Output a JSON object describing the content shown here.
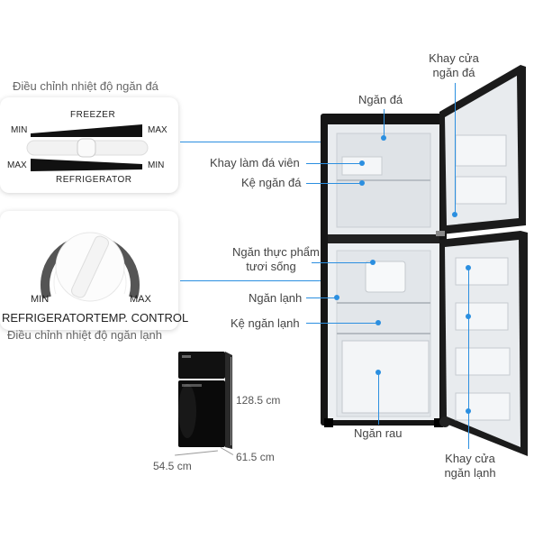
{
  "freezer_panel": {
    "caption": "Điều chỉnh nhiệt độ ngăn đá",
    "freezer_label": "FREEZER",
    "refrigerator_label": "REFRIGERATOR",
    "min_top": "MIN",
    "max_top": "MAX",
    "max_bottom": "MAX",
    "min_bottom": "MIN"
  },
  "fridge_panel": {
    "caption": "Điều chỉnh nhiệt độ ngăn lạnh",
    "min_label": "MIN",
    "max_label": "MAX",
    "refrigerator_label": "REFRIGERATOR",
    "temp_control_label": "TEMP. CONTROL"
  },
  "dimensions": {
    "height": "128.5 cm",
    "depth": "61.5 cm",
    "width": "54.5 cm"
  },
  "callouts": {
    "ngan_da": "Ngăn đá",
    "khay_lam_da": "Khay làm đá viên",
    "ke_ngan_da": "Kệ ngăn đá",
    "ngan_thuc_pham_1": "Ngăn thực phẩm",
    "ngan_thuc_pham_2": "tươi sống",
    "ngan_lanh": "Ngăn lạnh",
    "ke_ngan_lanh": "Kệ ngăn lạnh",
    "ngan_rau": "Ngăn rau",
    "khay_cua_da_1": "Khay cửa",
    "khay_cua_da_2": "ngăn đá",
    "khay_cua_lanh_1": "Khay cửa",
    "khay_cua_lanh_2": "ngăn lạnh"
  },
  "colors": {
    "callout": "#2b8fe0",
    "fridge_body": "#111111"
  }
}
